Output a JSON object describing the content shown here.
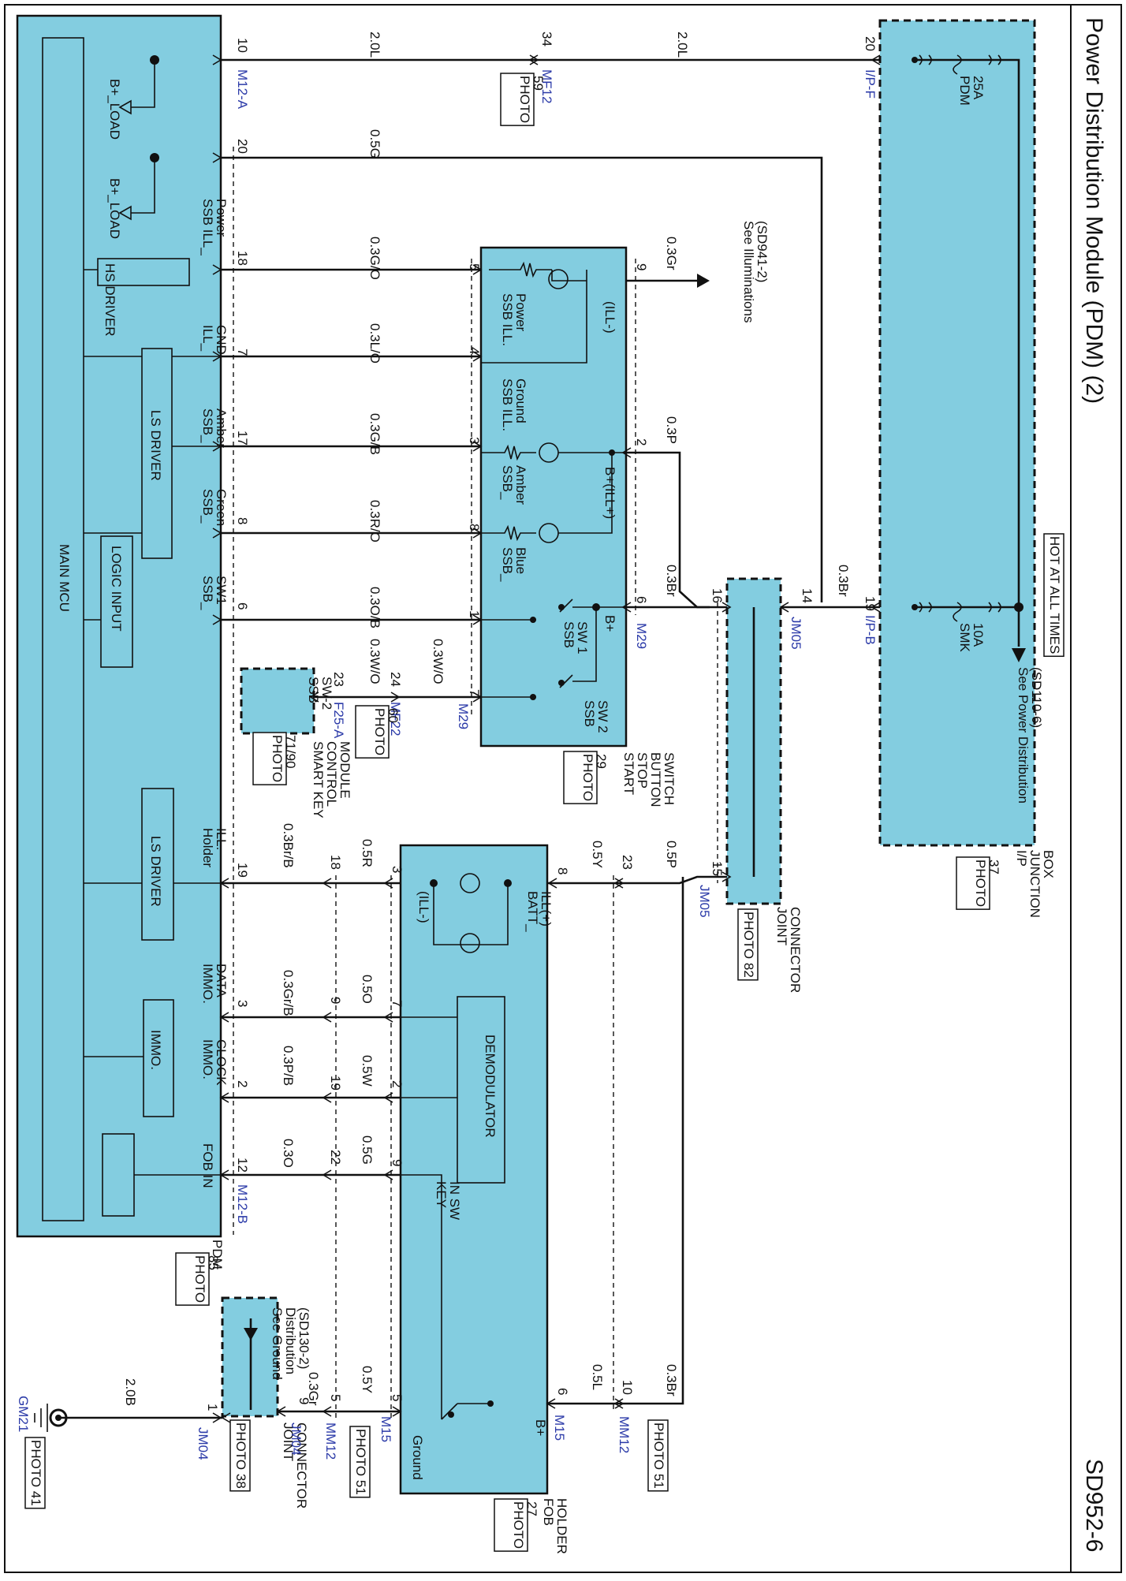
{
  "page": {
    "title": "Power Distribution Module (PDM) (2)",
    "code": "SD952-6"
  },
  "hot": "HOT AT ALL TIMES",
  "pdm": {
    "main_mcu": "MAIN MCU",
    "bload1": "B+_LOAD",
    "bload2": "B+_LOAD",
    "ssb_ill_power": [
      "SSB ILL_",
      "Power"
    ],
    "hs_driver": "HS DRIVER",
    "ill_gnd": [
      "ILL_",
      "GND"
    ],
    "ls_driver": "LS DRIVER",
    "ssb_amber": [
      "SSB_",
      "Amber"
    ],
    "ssb_green": [
      "SSB_",
      "Green"
    ],
    "logic_input": "LOGIC INPUT",
    "ssb_sw1": [
      "SSB_",
      "SW1"
    ],
    "holder_ill": [
      "Holder",
      "ILL."
    ],
    "ls_driver2": "LS DRIVER",
    "immo": "IMMO.",
    "immo_data": [
      "IMMO.",
      "DATA"
    ],
    "immo_clock": [
      "IMMO.",
      "CLOCK"
    ],
    "fob_in": "FOB IN",
    "label": "PDM",
    "photo": [
      "PHOTO",
      "85"
    ]
  },
  "ip_box": {
    "pdm_fuse": [
      "PDM",
      "25A"
    ],
    "smk_fuse": [
      "SMK",
      "10A"
    ],
    "see": [
      "See Power Distribution",
      "(SD110-6)"
    ],
    "label": [
      "I/P",
      "JUNCTION",
      "BOX"
    ],
    "photo": [
      "PHOTO",
      "37"
    ]
  },
  "ssb_switch": {
    "ill_minus": "(ILL-)",
    "bill_plus": "B+(ILL+)",
    "bplus": "B+",
    "ill_power": [
      "SSB ILL.",
      "Power"
    ],
    "ill_ground": [
      "SSB ILL.",
      "Ground"
    ],
    "amber": [
      "SSB_",
      "Amber"
    ],
    "blue": [
      "SSB_",
      "Blue"
    ],
    "sw1": [
      "SSB",
      "SW 1"
    ],
    "sw2": [
      "SSB",
      "SW 2"
    ],
    "label": [
      "START",
      "STOP",
      "BUTTON",
      "SWITCH"
    ],
    "photo": [
      "PHOTO",
      "29"
    ],
    "pins_left": [
      "5",
      "4",
      "3",
      "8",
      "1",
      "7"
    ],
    "pins_right": [
      "9",
      "2",
      "6"
    ]
  },
  "see_illum": [
    "See Illuminations",
    "(SD941-2)"
  ],
  "smk": {
    "box": [
      "SSB",
      "SW-2"
    ],
    "label": [
      "SMART KEY",
      "CONTROL",
      "MODULE"
    ],
    "photo": [
      "PHOTO",
      "71/90"
    ]
  },
  "fob": {
    "ill_minus": "(ILL-)",
    "batt": [
      "BATT_",
      "ILL(+)"
    ],
    "demod": "DEMODULATOR",
    "key_in_sw": [
      "KEY",
      "IN SW"
    ],
    "bplus": "B+",
    "ground": "Ground",
    "label": [
      "FOB",
      "HOLDER"
    ],
    "photo": [
      "PHOTO",
      "27"
    ]
  },
  "jm05": {
    "label": [
      "JOINT",
      "CONNECTOR"
    ],
    "photo": "PHOTO 82"
  },
  "jm04": {
    "see": [
      "See Ground",
      "Distribution",
      "(SD130-2)"
    ],
    "label": [
      "JOINT",
      "CONNECTOR"
    ],
    "photo": "PHOTO 38"
  },
  "conn": {
    "m12a": "M12-A",
    "m12b": "M12-B",
    "mf12": "MF12",
    "ipf": "I/P-F",
    "ipb": "I/P-B",
    "m29": "M29",
    "m29b": "M29",
    "jm05a": "JM05",
    "jm05b": "JM05",
    "f25a": "F25-A",
    "mf22": "MF22",
    "m15": "M15",
    "m15b": "M15",
    "mm12": "MM12",
    "mm12b": "MM12",
    "jm04a": "JM04",
    "jm04b": "JM04",
    "gm21": "GM21"
  },
  "photos": {
    "mf12": [
      "PHOTO",
      "59"
    ],
    "mf22": [
      "PHOTO",
      "60"
    ],
    "mm12": "PHOTO 51",
    "mm12b": "PHOTO 51",
    "gm21": "PHOTO 41"
  },
  "wires": {
    "w1a": "2.0L",
    "w1b": "2.0L",
    "w2": "0.5G",
    "w3": "0.3G/O",
    "w4": "0.3L/O",
    "w5": "0.3G/B",
    "w6": "0.3R/O",
    "w7": "0.3O/B",
    "w8": "0.3W/O",
    "w8b": "0.3W/O",
    "w9": "0.3Gr",
    "w10": "0.3P",
    "w11": "0.3Br",
    "w12": "0.3Br",
    "w13": "0.3Br/B",
    "w13b": "0.5R",
    "w14": "0.3Gr/B",
    "w14b": "0.5O",
    "w15": "0.3P/B",
    "w15b": "0.5W",
    "w16": "0.3O",
    "w16b": "0.5G",
    "w17": "0.5Y",
    "w18": "0.5P",
    "w19": "0.3Br",
    "w20": "0.5L",
    "w21": "0.5Y",
    "w22": "0.3Gr",
    "w23": "2.0B"
  },
  "pins": {
    "p10": "10",
    "p34": "34",
    "p20ipf": "20",
    "p20": "20",
    "p18": "18",
    "p7": "7",
    "p17": "17",
    "p8": "8",
    "p6": "6",
    "p16": "16",
    "p14": "14",
    "p19ipb": "19",
    "p23": "23",
    "p24": "24",
    "p7m29": "7",
    "p19": "19",
    "p18b": "18",
    "p3f": "3",
    "p8f": "8",
    "p23b": "23",
    "p15": "15",
    "p3": "3",
    "p9b": "9",
    "p7f": "7",
    "p2": "2",
    "p19b": "19",
    "p2f": "2",
    "p12": "12",
    "p22": "22",
    "p9f": "9",
    "p6f": "6",
    "p10b": "10",
    "p5": "5",
    "p5f": "5",
    "p9g": "9",
    "p1": "1"
  }
}
